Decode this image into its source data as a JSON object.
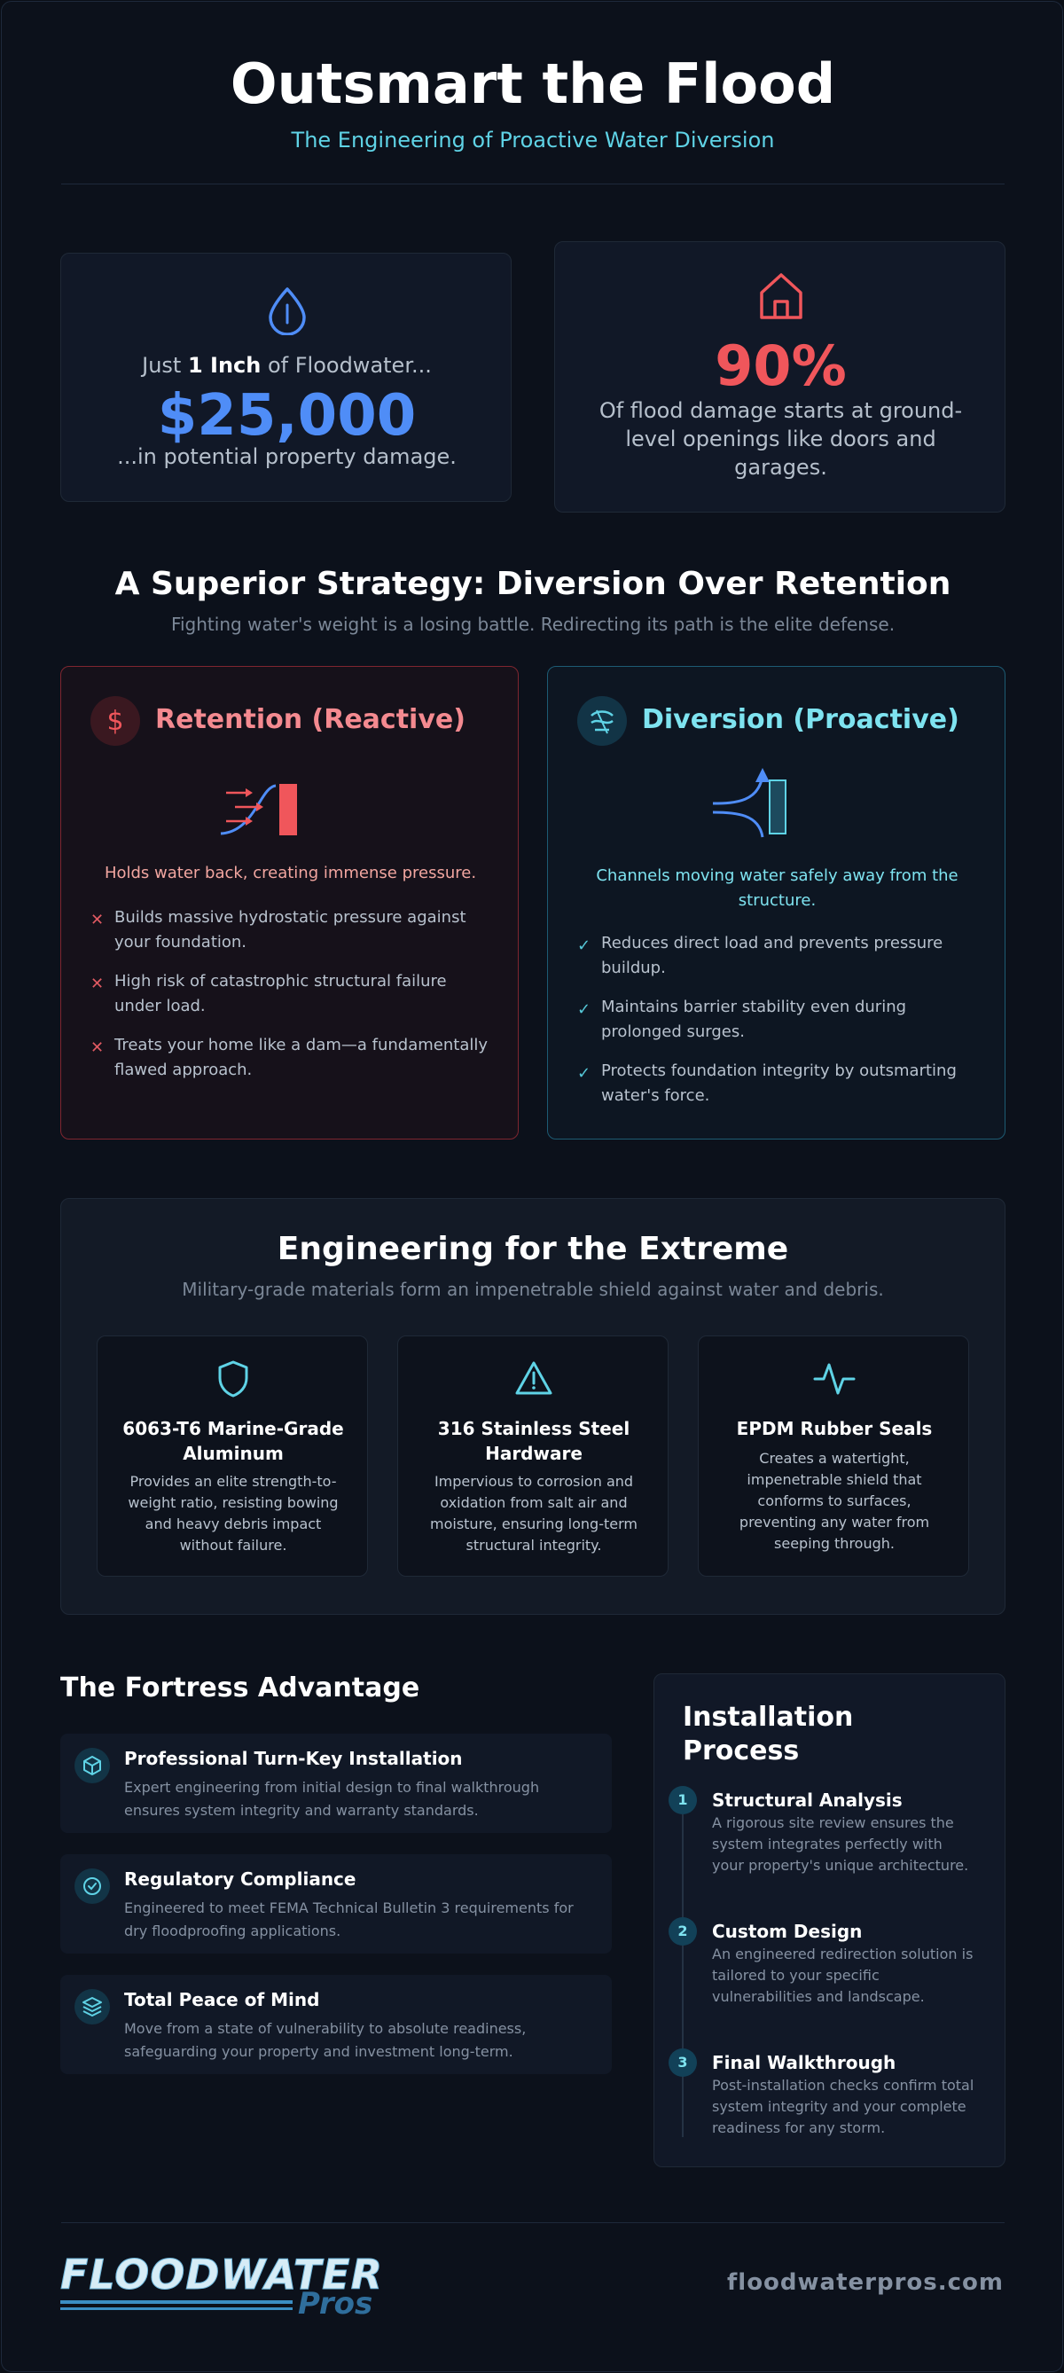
{
  "header": {
    "title": "Outsmart the Flood",
    "subtitle": "The Engineering of Proactive Water Diversion"
  },
  "stats": {
    "damage": {
      "icon": "droplet-icon",
      "line1_pre": "Just ",
      "line1_bold": "1 Inch",
      "line1_post": " of Floodwater...",
      "amount": "$25,000",
      "caption": "...in potential property damage."
    },
    "openings": {
      "icon": "house-icon",
      "percent": "90%",
      "caption_lines": [
        "Of flood damage starts at ground-",
        "level openings like doors and",
        "garages."
      ]
    }
  },
  "strategy": {
    "title": "A Superior Strategy: Diversion Over Retention",
    "subtitle": "Fighting water's weight is a losing battle. Redirecting its path is the elite defense.",
    "retention": {
      "icon": "dollar-icon",
      "title": "Retention (Reactive)",
      "caption": "Holds water back, creating immense pressure.",
      "points": [
        [
          "Builds massive hydrostatic pressure against",
          "your foundation."
        ],
        [
          "High risk of catastrophic structural failure",
          "under load."
        ],
        [
          "Treats your home like a dam—a fundamentally",
          "flawed approach."
        ]
      ]
    },
    "diversion": {
      "icon": "flow-icon",
      "title": "Diversion (Proactive)",
      "caption_lines": [
        "Channels moving water safely away from the",
        "structure."
      ],
      "points": [
        [
          "Reduces direct load and prevents pressure",
          "buildup."
        ],
        [
          "Maintains barrier stability even during",
          "prolonged surges."
        ],
        [
          "Protects foundation integrity by outsmarting",
          "water's force."
        ]
      ]
    }
  },
  "materials": {
    "title": "Engineering for the Extreme",
    "subtitle": "Military-grade materials form an impenetrable shield against water and debris.",
    "items": [
      {
        "icon": "shield-icon",
        "title_lines": [
          "6063-T6 Marine-Grade",
          "Aluminum"
        ],
        "desc_lines": [
          "Provides an elite strength-to-",
          "weight ratio, resisting bowing",
          "and heavy debris impact",
          "without failure."
        ]
      },
      {
        "icon": "warning-icon",
        "title_lines": [
          "316 Stainless Steel",
          "Hardware"
        ],
        "desc_lines": [
          "Impervious to corrosion and",
          "oxidation from salt air and",
          "moisture, ensuring long-term",
          "structural integrity."
        ]
      },
      {
        "icon": "pulse-icon",
        "title_lines": [
          "EPDM Rubber Seals"
        ],
        "desc_lines": [
          "Creates a watertight,",
          "impenetrable shield that",
          "conforms to surfaces,",
          "preventing any water from",
          "seeping through."
        ]
      }
    ]
  },
  "advantage": {
    "title": "The Fortress Advantage",
    "items": [
      {
        "icon": "cube-icon",
        "title": "Professional Turn-Key Installation",
        "desc_lines": [
          "Expert engineering from initial design to final walkthrough",
          "ensures system integrity and warranty standards."
        ]
      },
      {
        "icon": "check-circle-icon",
        "title": "Regulatory Compliance",
        "desc_lines": [
          "Engineered to meet FEMA Technical Bulletin 3 requirements for",
          "dry floodproofing applications."
        ]
      },
      {
        "icon": "layers-icon",
        "title": "Total Peace of Mind",
        "desc_lines": [
          "Move from a state of vulnerability to absolute readiness,",
          "safeguarding your property and investment long-term."
        ]
      }
    ]
  },
  "process": {
    "title_lines": [
      "Installation",
      "Process"
    ],
    "steps": [
      {
        "num": "1",
        "title": "Structural Analysis",
        "desc_lines": [
          "A rigorous site review ensures the",
          "system integrates perfectly with",
          "your property's unique architecture."
        ]
      },
      {
        "num": "2",
        "title": "Custom Design",
        "desc_lines": [
          "An engineered redirection solution is",
          "tailored to your specific",
          "vulnerabilities and landscape."
        ]
      },
      {
        "num": "3",
        "title": "Final Walkthrough",
        "desc_lines": [
          "Post-installation checks confirm total",
          "system integrity and your complete",
          "readiness for any storm."
        ]
      }
    ]
  },
  "footer": {
    "logo_word": "FLOODWATER",
    "logo_sub": "Pros",
    "website": "floodwaterpros.com"
  },
  "colors": {
    "accent_cyan": "#5fd3e6",
    "accent_blue": "#4f8df7",
    "accent_red": "#f0565b"
  }
}
